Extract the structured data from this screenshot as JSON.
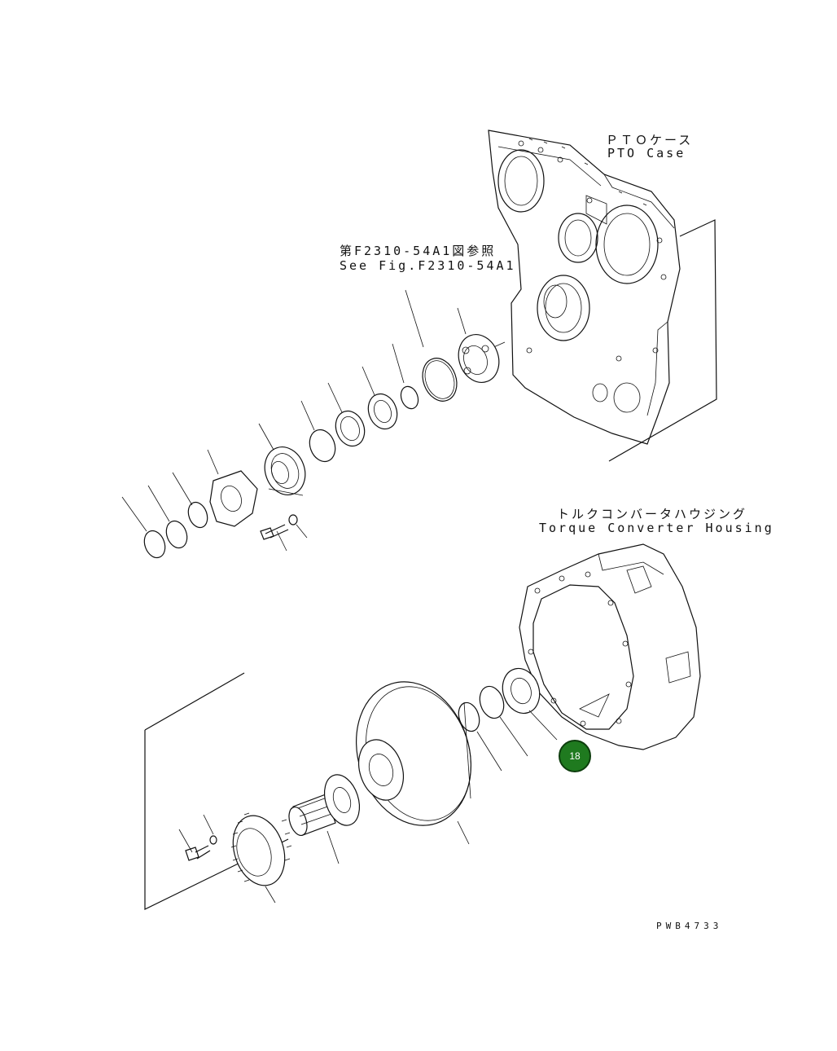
{
  "labels": {
    "pto_case_jp": "ＰＴＯケース",
    "pto_case_en": "PTO Case",
    "see_fig_jp": "第F2310-54A1図参照",
    "see_fig_en": "See Fig.F2310-54A1",
    "torque_housing_jp": "トルクコンバータハウジング",
    "torque_housing_en": "Torque Converter Housing",
    "drawing_code": "PWB4733"
  },
  "callout": {
    "number": "18",
    "color": "#1f7a1f",
    "border_color": "#0d3d0d"
  }
}
